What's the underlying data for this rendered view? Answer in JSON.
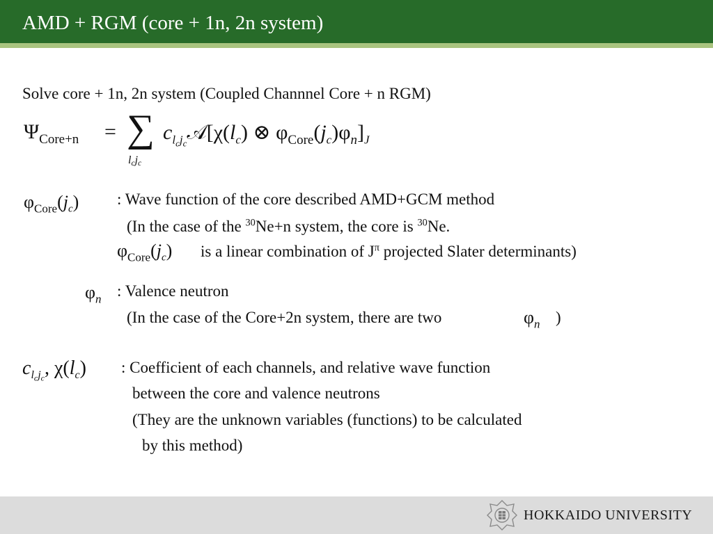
{
  "slide": {
    "title": "AMD + RGM (core + 1n, 2n system)",
    "intro": "Solve core + 1n, 2n system (Coupled Channnel Core + n RGM)"
  },
  "equation": {
    "lhs": "Ψ",
    "lhs_sub": "Core+n",
    "equals": "=",
    "sum": "∑",
    "sum_index": "l",
    "sum_index_c1": "c",
    "sum_index_j": "j",
    "sum_index_c2": "c",
    "coef": "c",
    "coef_sub_l": "l",
    "coef_sub_c1": "c",
    "coef_sub_j": "j",
    "coef_sub_c2": "c",
    "antisym": "𝒜[χ(",
    "chi_arg_l": "l",
    "chi_arg_c": "c",
    "otimes": ") ⊗ φ",
    "phi_sub": "Core",
    "phi_arg_open": "(",
    "phi_arg_j": "j",
    "phi_arg_c": "c",
    "phi_arg_close": ")φ",
    "phi_n_sub": "n",
    "close": "]",
    "close_sub": "J"
  },
  "core_def": {
    "symbol": "φ",
    "symbol_sub": "Core",
    "arg_j": "j",
    "arg_c": "c",
    "line1": ": Wave function of the core described AMD+GCM method",
    "line2_a": "(In the case of the ",
    "line2_mass1": "30",
    "line2_b": "Ne+n system, the core is ",
    "line2_mass2": "30",
    "line2_c": "Ne.",
    "line3": "is a linear combination of J",
    "line3_pi": "π",
    "line3_b": " projected Slater determinants)"
  },
  "valence_def": {
    "symbol": "φ",
    "symbol_sub": "n",
    "line1": ": Valence neutron",
    "line2_a": "(In the case of the Core+2n system, there are two",
    "line2_b": ")"
  },
  "coef_def": {
    "symbol": "c",
    "sub_l": "l",
    "sub_c1": "c",
    "sub_j": "j",
    "sub_c2": "c",
    "comma": ",",
    "chi": "χ(",
    "chi_l": "l",
    "chi_c": "c",
    "chi_close": ")",
    "line1": ": Coefficient of each channels, and relative wave function",
    "line2": "between the core and valence neutrons",
    "line3": "(They are the unknown variables (functions) to be calculated",
    "line4": "by this method)"
  },
  "footer": {
    "university": "HOKKAIDO UNIVERSITY",
    "emblem": "university-emblem"
  },
  "colors": {
    "header": "#276b29",
    "header_rule": "#a9c47f",
    "footer": "#dcdcdc"
  }
}
